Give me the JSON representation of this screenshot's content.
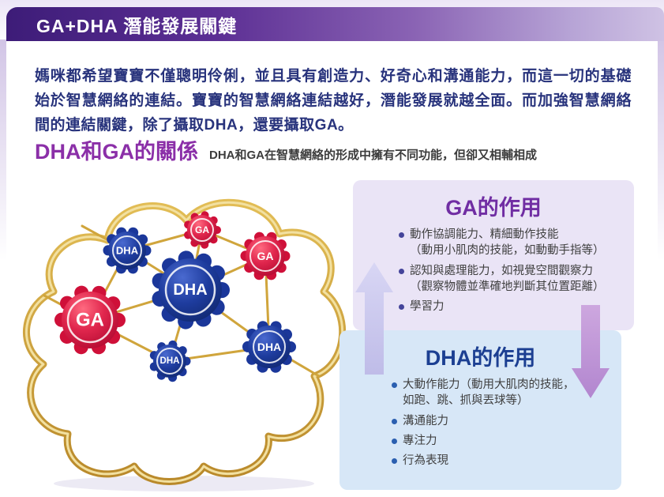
{
  "header": {
    "title": "GA+DHA 潛能發展關鍵"
  },
  "intro": {
    "text": "媽咪都希望寶寶不僅聰明伶俐，並且具有創造力、好奇心和溝通能力，而這一切的基礎始於智慧網絡的連結。寶寶的智慧網絡連結越好，潛能發展就越全面。而加強智慧網絡間的連結關鍵，除了攝取DHA，還要攝取GA。"
  },
  "section": {
    "title": "DHA和GA的關係",
    "subtitle": "DHA和GA在智慧網絡的形成中擁有不同功能，但卻又相輔相成"
  },
  "diagram": {
    "description": "brain-shaped cloud network of DHA and GA nodes joined by gold links",
    "nodes": [
      {
        "id": "dha-top-left",
        "label": "DHA",
        "color": "blue"
      },
      {
        "id": "ga-top",
        "label": "GA",
        "color": "red"
      },
      {
        "id": "ga-right",
        "label": "GA",
        "color": "red"
      },
      {
        "id": "dha-center",
        "label": "DHA",
        "color": "blue"
      },
      {
        "id": "ga-left",
        "label": "GA",
        "color": "red"
      },
      {
        "id": "dha-bottom-right",
        "label": "DHA",
        "color": "blue"
      },
      {
        "id": "dha-bottom",
        "label": "DHA",
        "color": "blue"
      }
    ]
  },
  "ga_card": {
    "title": "GA的作用",
    "bullets": [
      "動作協調能力、精細動作技能\n（動用小肌肉的技能，如動動手指等）",
      "認知與處理能力，如視覺空間觀察力\n（觀察物體並準確地判斷其位置距離）",
      "學習力"
    ]
  },
  "dha_card": {
    "title": "DHA的作用",
    "bullets": [
      "大動作能力（動用大肌肉的技能，\n如跑、跳、抓與丟球等）",
      "溝通能力",
      "專注力",
      "行為表現"
    ]
  },
  "colors": {
    "header_purple_dark": "#3d1c78",
    "header_purple_light": "#cfc2e4",
    "intro_text": "#28337c",
    "section_title_purple": "#8b2fa8",
    "ga_card_bg": "#eae4f6",
    "dha_card_bg": "#d7e7f7",
    "ga_title": "#702da3",
    "dha_title": "#1c3f92",
    "node_blue": "#1e3c9e",
    "node_red": "#cf1039",
    "gold_link": "#d0a53c",
    "arrow_up_lavender": "#c9c7ee",
    "arrow_down_purple": "#bb8fd5"
  }
}
